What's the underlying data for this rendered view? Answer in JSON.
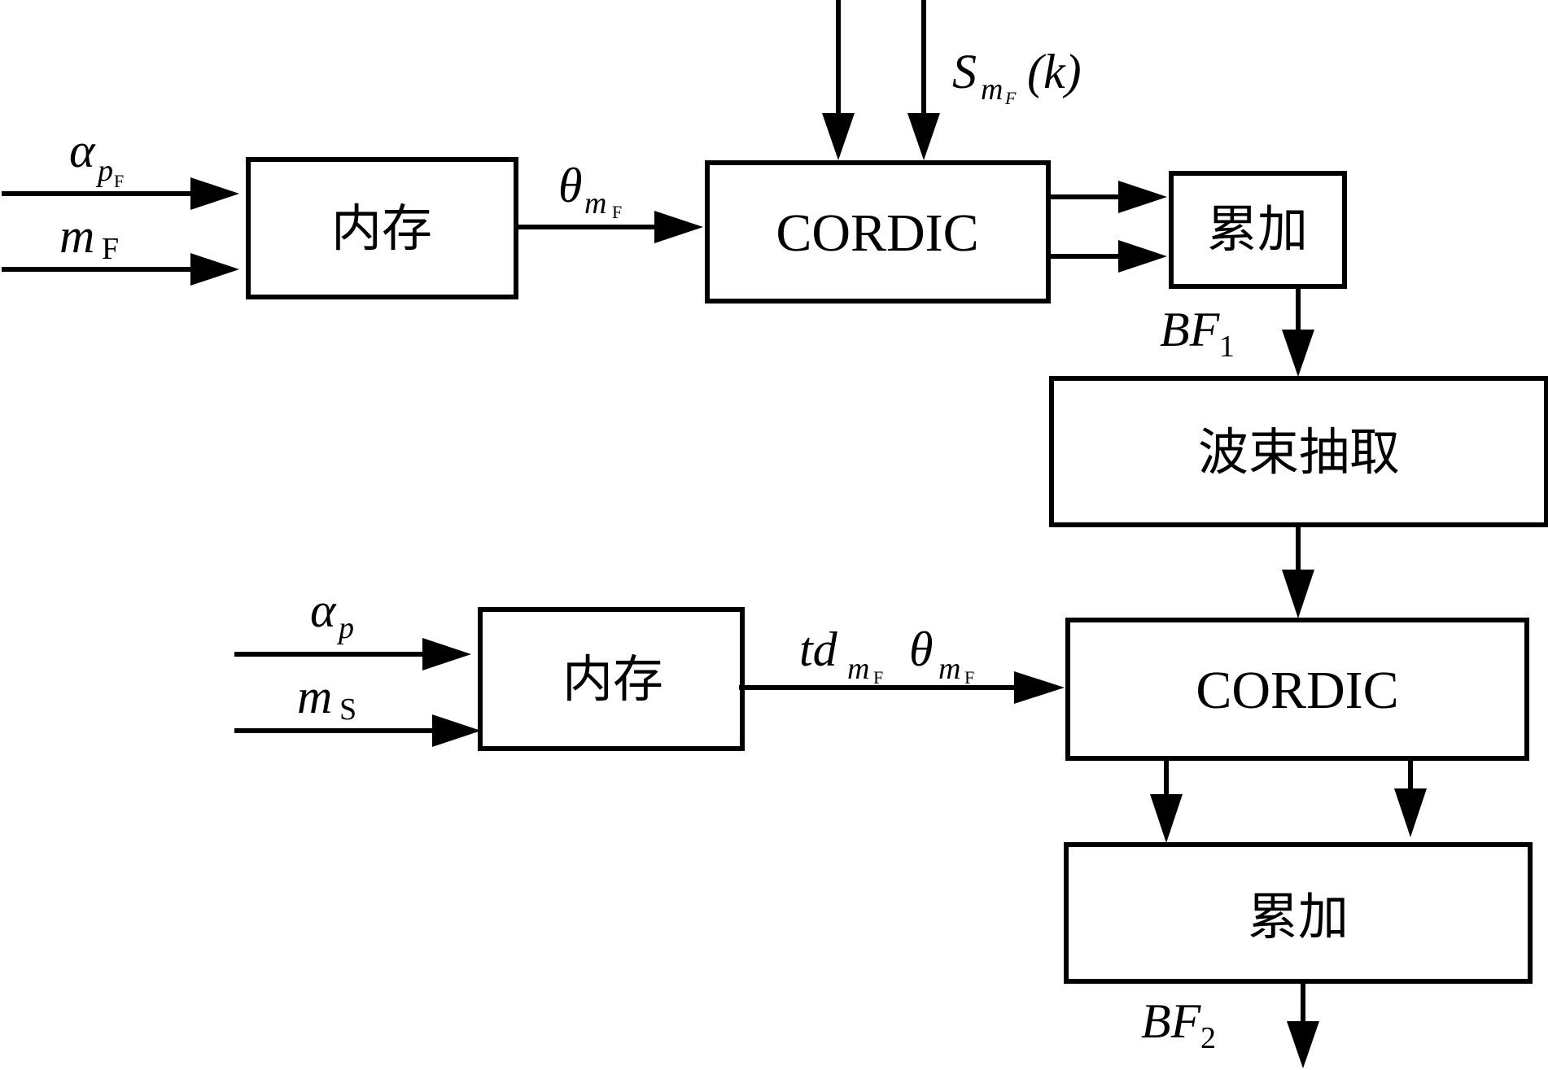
{
  "diagram": {
    "type": "block-diagram",
    "blocks": {
      "memory1": "内存",
      "cordic1": "CORDIC",
      "accumulate1": "累加",
      "beam_decimation": "波束抽取",
      "memory2": "内存",
      "cordic2": "CORDIC",
      "accumulate2": "累加"
    },
    "labels": {
      "alpha_pF": {
        "base": "α",
        "sub": "p",
        "subsub": "F"
      },
      "m_F": {
        "base": "m",
        "sub": "F"
      },
      "theta_mF_top": {
        "base": "θ",
        "sub": "m",
        "subsub": "F"
      },
      "S_mF_k": {
        "base": "S",
        "sub": "m",
        "subsub": "F",
        "arg": "(k)"
      },
      "BF1": {
        "base": "BF",
        "sub": "1"
      },
      "alpha_p": {
        "base": "α",
        "sub": "p"
      },
      "m_S": {
        "base": "m",
        "sub": "S"
      },
      "td_mF": {
        "base": "td",
        "sub": "m",
        "subsub": "F"
      },
      "theta_mF_bottom": {
        "base": "θ",
        "sub": "m",
        "subsub": "F"
      },
      "BF2": {
        "base": "BF",
        "sub": "2"
      }
    },
    "edges": [
      {
        "from": "input-alpha_pF",
        "to": "memory1"
      },
      {
        "from": "input-m_F",
        "to": "memory1"
      },
      {
        "from": "memory1",
        "to": "cordic1",
        "label": "theta_mF_top"
      },
      {
        "from": "input-top-1",
        "to": "cordic1"
      },
      {
        "from": "input-S_mF_k",
        "to": "cordic1",
        "label": "S_mF_k"
      },
      {
        "from": "cordic1",
        "to": "accumulate1"
      },
      {
        "from": "cordic1",
        "to": "accumulate1"
      },
      {
        "from": "accumulate1",
        "to": "beam_decimation",
        "label": "BF1"
      },
      {
        "from": "beam_decimation",
        "to": "cordic2"
      },
      {
        "from": "input-alpha_p",
        "to": "memory2"
      },
      {
        "from": "input-m_S",
        "to": "memory2"
      },
      {
        "from": "memory2",
        "to": "cordic2",
        "label": "td_mF theta_mF_bottom"
      },
      {
        "from": "cordic2",
        "to": "accumulate2"
      },
      {
        "from": "cordic2",
        "to": "accumulate2"
      },
      {
        "from": "accumulate2",
        "to": "output",
        "label": "BF2"
      }
    ]
  }
}
